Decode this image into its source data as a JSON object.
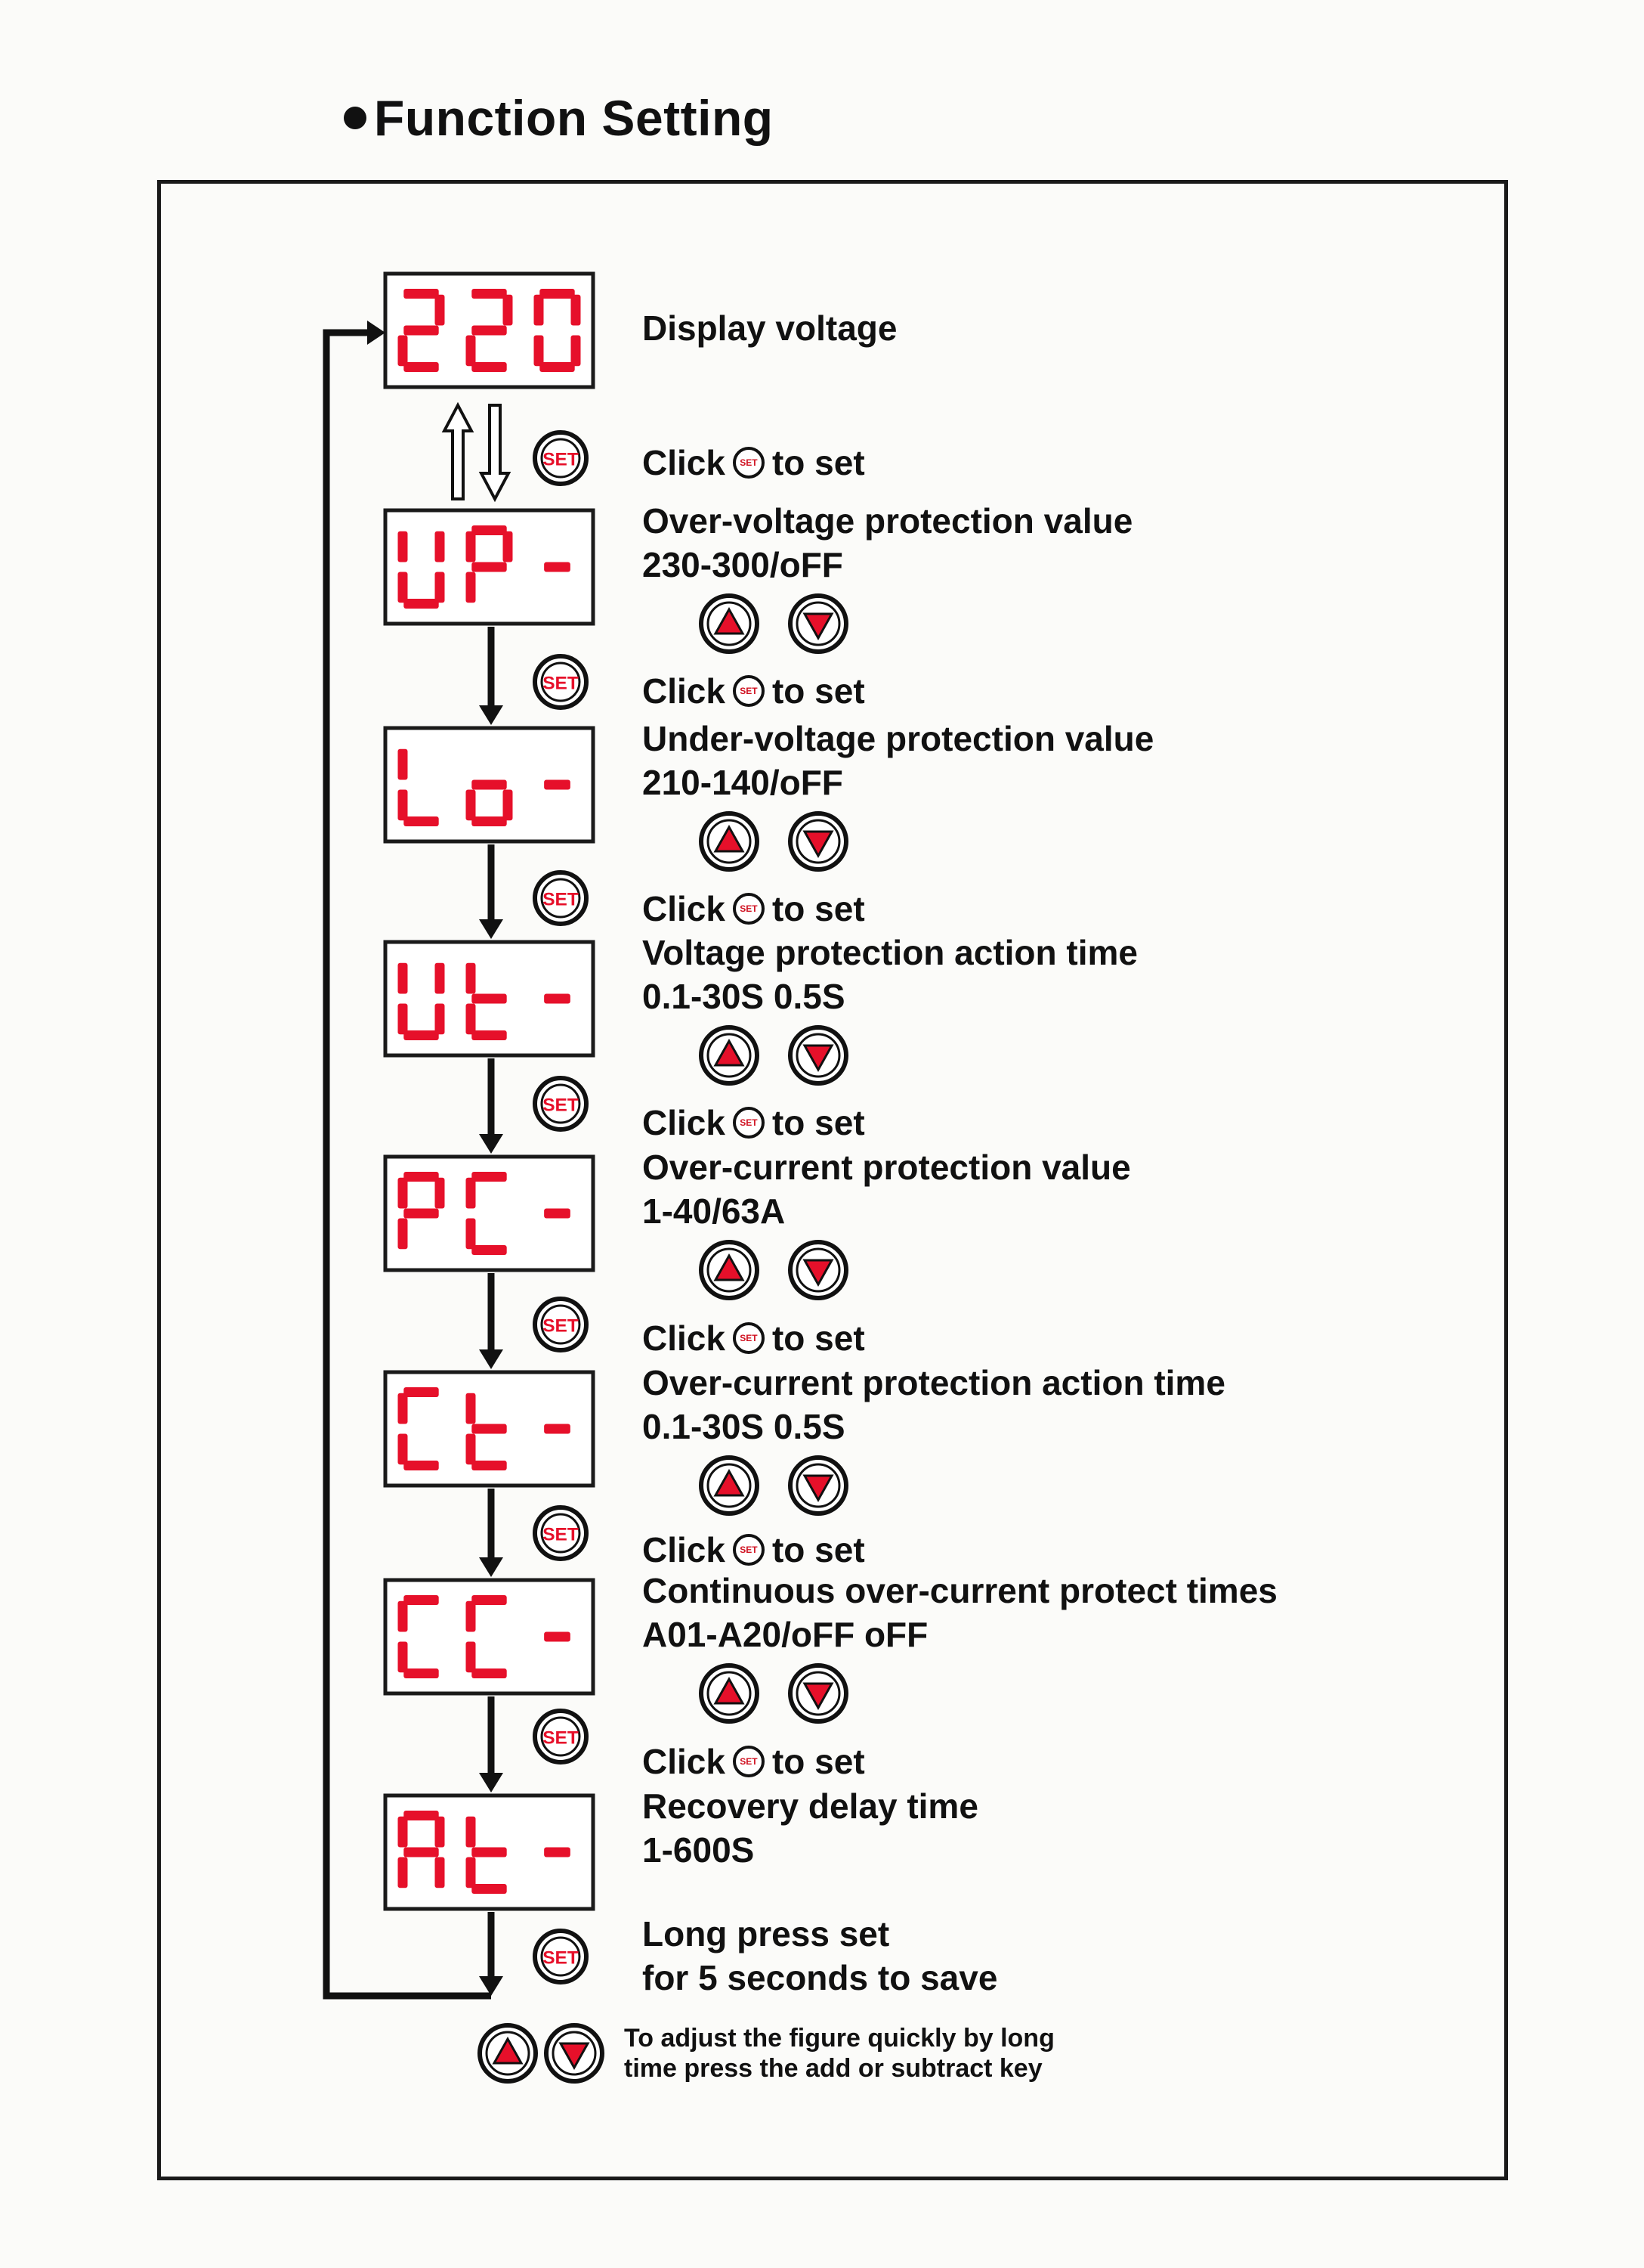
{
  "title": "Function Setting",
  "colors": {
    "segment": "#e6102a",
    "text": "#111111",
    "arrow_fill": "#e6102a"
  },
  "icons": {
    "set_key": "SET",
    "up_key": "up-triangle-icon",
    "down_key": "down-triangle-icon"
  },
  "steps": [
    {
      "display": "220",
      "lines": [
        "Display voltage"
      ]
    },
    {
      "display": "UP-",
      "lines": [
        "Over-voltage protection value",
        "230-300/oFF"
      ]
    },
    {
      "display": "Lo-",
      "lines": [
        "Under-voltage protection value",
        "210-140/oFF"
      ]
    },
    {
      "display": "Ut-",
      "lines": [
        "Voltage protection action time",
        "0.1-30S 0.5S"
      ]
    },
    {
      "display": "PC-",
      "lines": [
        "Over-current protection value",
        "1-40/63A"
      ]
    },
    {
      "display": "Ct-",
      "lines": [
        "Over-current protection action time",
        "0.1-30S 0.5S"
      ]
    },
    {
      "display": "CC-",
      "lines": [
        "Continuous over-current protect times",
        "A01-A20/oFF  oFF"
      ]
    },
    {
      "display": "At-",
      "lines": [
        "Recovery delay time",
        "1-600S"
      ]
    }
  ],
  "click_set": {
    "before": "Click",
    "after": "to set"
  },
  "final": {
    "line1": "Long press set",
    "line2": "for 5 seconds to save"
  },
  "note": {
    "line1": "To adjust the figure quickly by long",
    "line2": "time press the add or subtract key"
  }
}
